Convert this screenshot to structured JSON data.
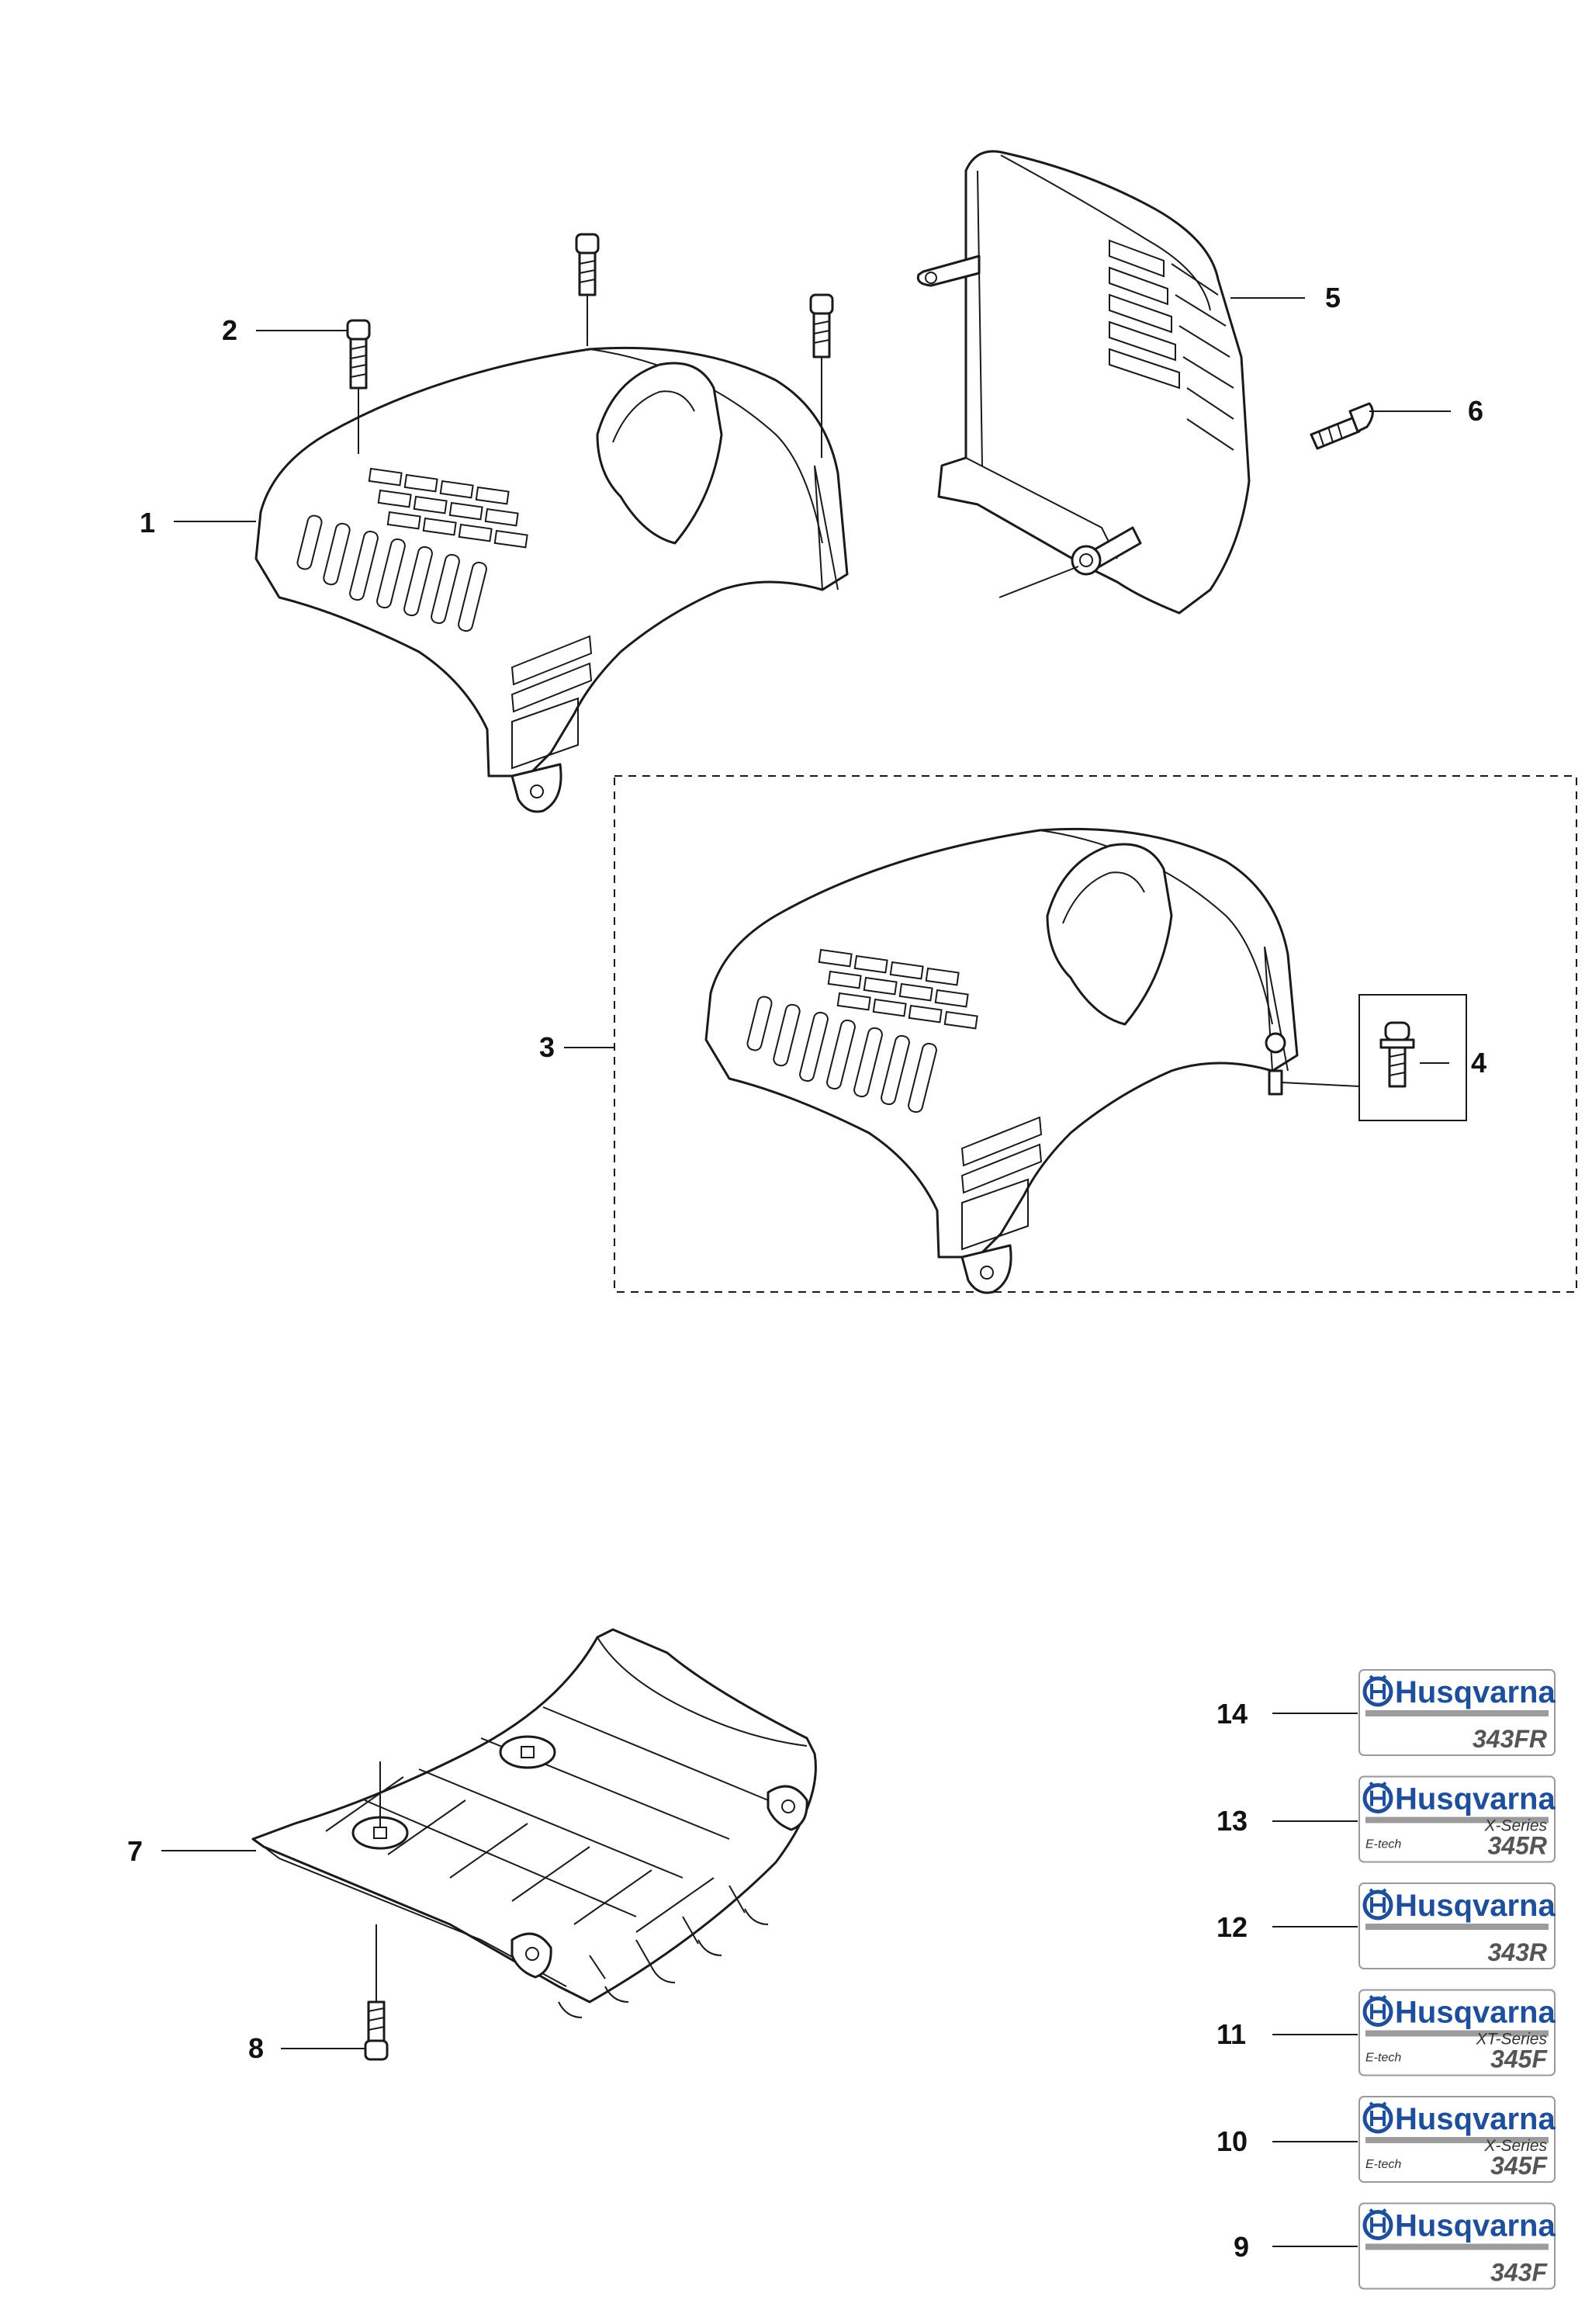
{
  "callouts": [
    {
      "id": "1",
      "label": "1"
    },
    {
      "id": "2",
      "label": "2"
    },
    {
      "id": "3",
      "label": "3"
    },
    {
      "id": "4",
      "label": "4"
    },
    {
      "id": "5",
      "label": "5"
    },
    {
      "id": "6",
      "label": "6"
    },
    {
      "id": "7",
      "label": "7"
    },
    {
      "id": "8",
      "label": "8"
    },
    {
      "id": "9",
      "label": "9"
    },
    {
      "id": "10",
      "label": "10"
    },
    {
      "id": "11",
      "label": "11"
    },
    {
      "id": "12",
      "label": "12"
    },
    {
      "id": "13",
      "label": "13"
    },
    {
      "id": "14",
      "label": "14"
    }
  ],
  "decals": [
    {
      "callout": "14",
      "brand": "Husqvarna",
      "series": "",
      "etech": "",
      "model": "343FR"
    },
    {
      "callout": "13",
      "brand": "Husqvarna",
      "series": "X-Series",
      "etech": "E-tech",
      "model": "345R"
    },
    {
      "callout": "12",
      "brand": "Husqvarna",
      "series": "",
      "etech": "",
      "model": "343R"
    },
    {
      "callout": "11",
      "brand": "Husqvarna",
      "series": "XT-Series",
      "etech": "E-tech",
      "model": "345F"
    },
    {
      "callout": "10",
      "brand": "Husqvarna",
      "series": "X-Series",
      "etech": "E-tech",
      "model": "345F"
    },
    {
      "callout": "9",
      "brand": "Husqvarna",
      "series": "",
      "etech": "",
      "model": "343F"
    }
  ],
  "colors": {
    "brand_blue": "#1f4f9a",
    "line": "#1a1a1a",
    "decal_border": "#9a9a9a"
  }
}
